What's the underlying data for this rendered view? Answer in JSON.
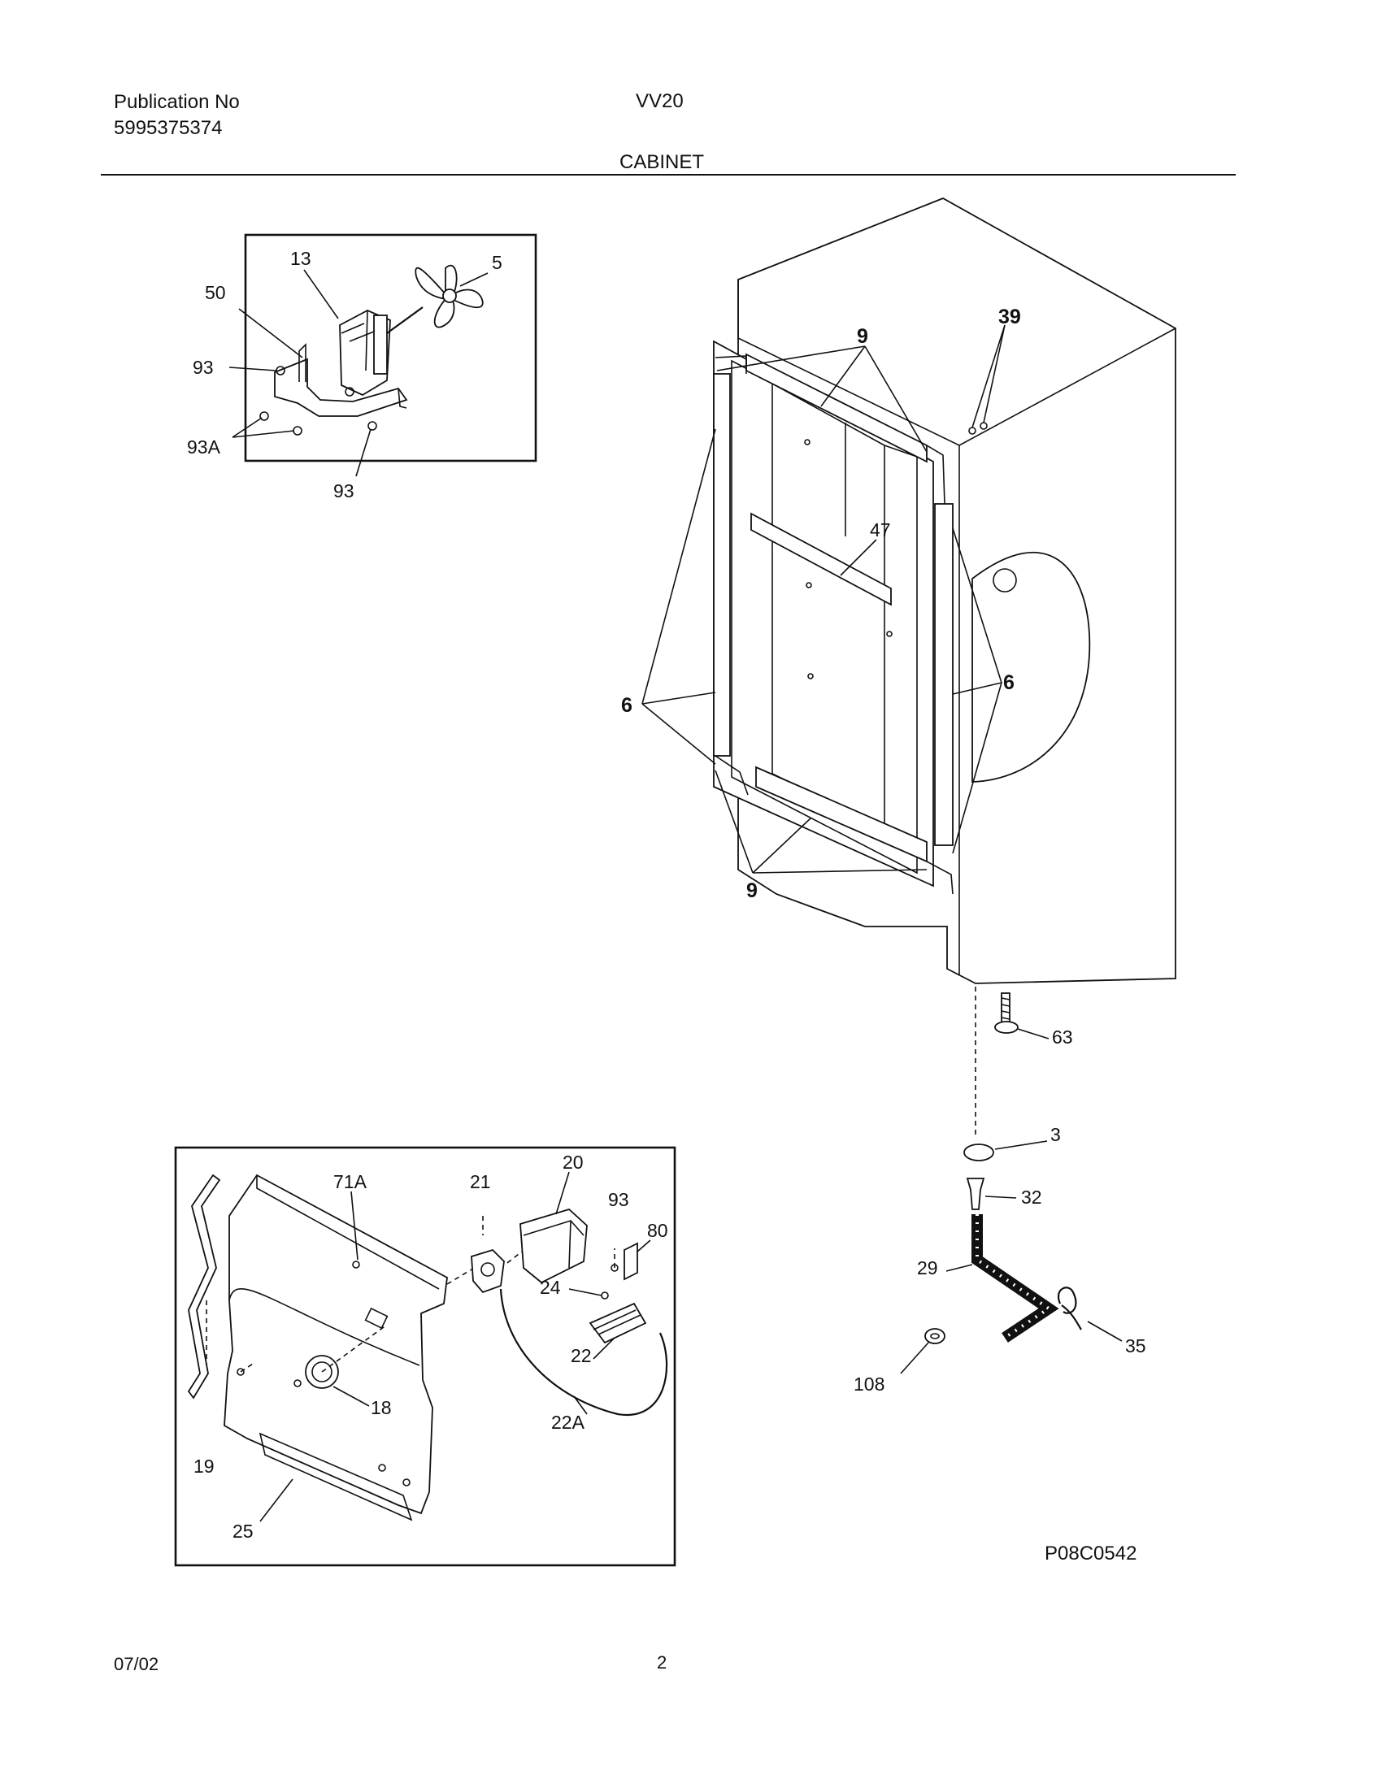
{
  "header": {
    "publication_label": "Publication No",
    "publication_number": "5995375374",
    "model": "VV20",
    "section": "CABINET"
  },
  "footer": {
    "date": "07/02",
    "page_number": "2",
    "drawing_code": "P08C0542"
  },
  "callouts": {
    "fan_inset": [
      "13",
      "5",
      "50",
      "93",
      "93A",
      "93"
    ],
    "cabinet": [
      "9",
      "39",
      "47",
      "6",
      "6",
      "9"
    ],
    "leveling": [
      "63",
      "3",
      "32",
      "29",
      "35",
      "108"
    ],
    "machine_inset": [
      "20",
      "71A",
      "21",
      "93",
      "80",
      "24",
      "22",
      "18",
      "22A",
      "19",
      "25"
    ]
  }
}
